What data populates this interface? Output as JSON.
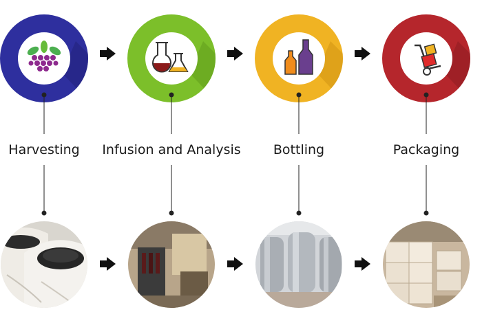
{
  "stages": [
    {
      "label": "Harvesting",
      "color": "#2e2f9e",
      "color_dark": "#1f2070",
      "icon": "grapes-icon",
      "photo": "grape-sacks-photo"
    },
    {
      "label": "Infusion and Analysis",
      "color": "#7cbf2a",
      "color_dark": "#5a9418",
      "icon": "lab-flasks-icon",
      "photo": "winery-lab-photo"
    },
    {
      "label": "Bottling",
      "color": "#f0b323",
      "color_dark": "#c98e10",
      "icon": "bottles-icon",
      "photo": "steel-tanks-photo"
    },
    {
      "label": "Packaging",
      "color": "#b5262c",
      "color_dark": "#861a1f",
      "icon": "hand-truck-boxes-icon",
      "photo": "packed-boxes-photo"
    }
  ],
  "arrow_icon": "right-arrow-icon",
  "connector_color": "#222222"
}
